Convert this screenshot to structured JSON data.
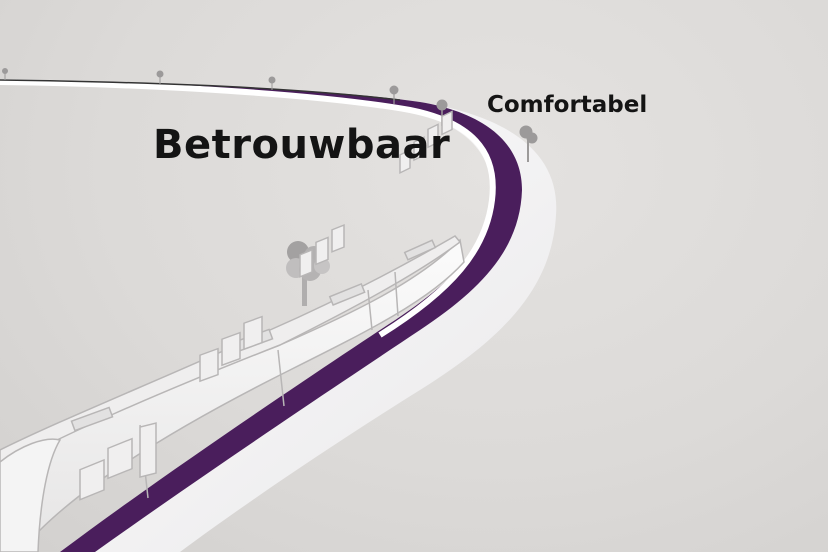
{
  "scene": {
    "description": "3D rendered white train on a curved track with purple rail band",
    "labels": {
      "primary": "Betrouwbaar",
      "secondary": "Comfortabel"
    },
    "colors": {
      "background": "#dcdad8",
      "track_surface": "#f6f5f7",
      "track_band": "#4a1e5c",
      "train_body": "#f2f1f1",
      "train_outline": "#b8b6b6",
      "tree": "#9c9a9a",
      "text": "#141414"
    }
  }
}
